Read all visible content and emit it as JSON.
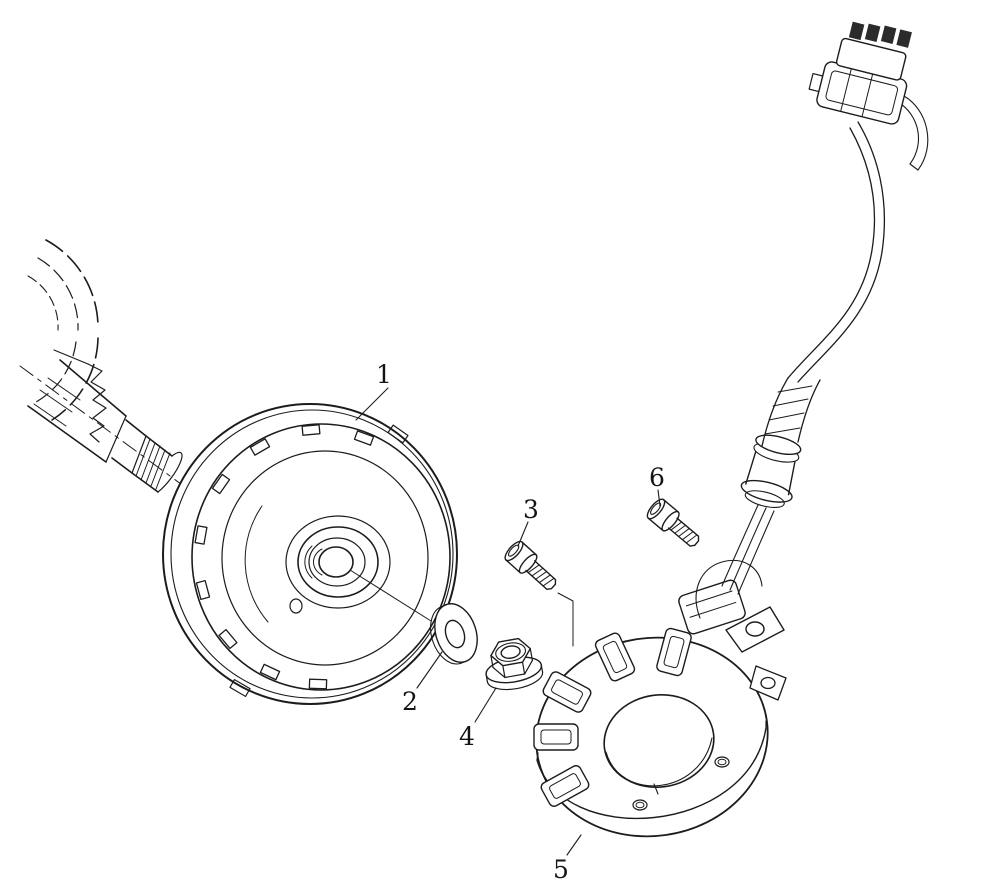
{
  "diagram": {
    "kind": "exploded-parts-diagram",
    "subject": "magneto-generator-assembly",
    "background_color": "#ffffff",
    "line_color": "#1c1c1c",
    "callouts": [
      {
        "label": "1",
        "part": "flywheel-rotor"
      },
      {
        "label": "2",
        "part": "washer"
      },
      {
        "label": "3",
        "part": "socket-bolt"
      },
      {
        "label": "4",
        "part": "flange-nut"
      },
      {
        "label": "5",
        "part": "stator-assembly"
      },
      {
        "label": "6",
        "part": "socket-bolt"
      }
    ]
  }
}
